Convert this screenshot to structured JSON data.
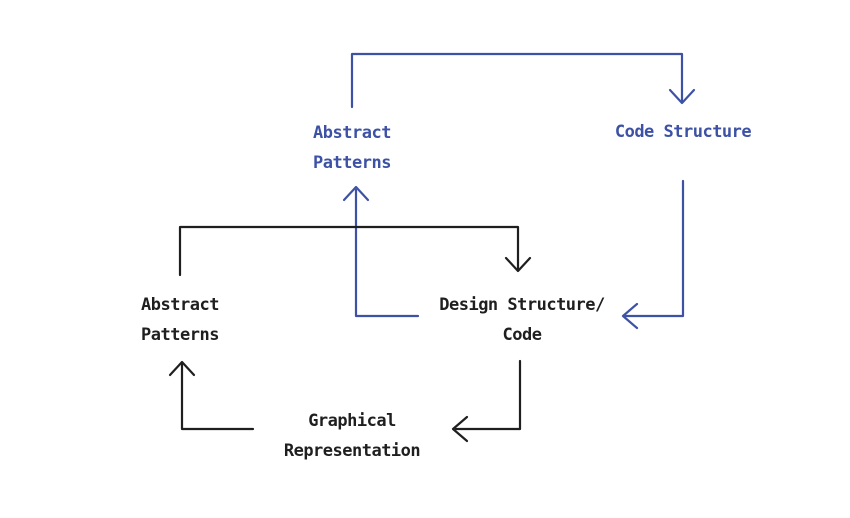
{
  "diagram": {
    "kind": "flowchart",
    "colors": {
      "blue_accent": "#3d52a5",
      "black_ink": "#1f1f1f",
      "background": "#ffffff"
    },
    "nodes": {
      "abstract_patterns_top": {
        "line1": "Abstract",
        "line2": "Patterns",
        "color": "#3d52a5"
      },
      "code_structure": {
        "label": "Code Structure",
        "color": "#3d52a5"
      },
      "abstract_patterns_left": {
        "line1": "Abstract",
        "line2": "Patterns",
        "color": "#1f1f1f"
      },
      "design_structure_code": {
        "line1": "Design Structure/",
        "line2": "Code",
        "color": "#1f1f1f"
      },
      "graphical_representation": {
        "line1": "Graphical",
        "line2": "Representation",
        "color": "#1f1f1f"
      }
    },
    "edges": [
      {
        "from": "abstract_patterns_top",
        "to": "code_structure",
        "color": "#3d52a5"
      },
      {
        "from": "code_structure",
        "to": "design_structure_code",
        "color": "#3d52a5"
      },
      {
        "from": "design_structure_code",
        "to": "abstract_patterns_top",
        "color": "#3d52a5"
      },
      {
        "from": "abstract_patterns_left",
        "to": "design_structure_code",
        "color": "#1f1f1f"
      },
      {
        "from": "design_structure_code",
        "to": "graphical_representation",
        "color": "#1f1f1f"
      },
      {
        "from": "graphical_representation",
        "to": "abstract_patterns_left",
        "color": "#1f1f1f"
      }
    ]
  }
}
